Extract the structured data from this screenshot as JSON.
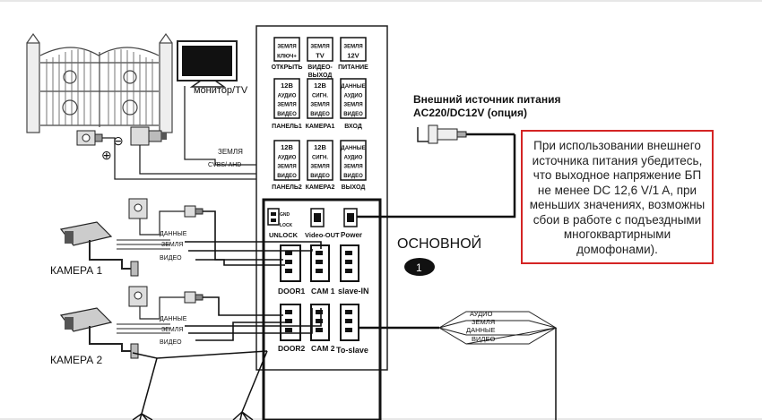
{
  "panel": {
    "row1": [
      {
        "lines": [
          "ЗЕМЛЯ",
          "КЛЮЧ+"
        ],
        "caption": "ОТКРЫТЬ"
      },
      {
        "lines": [
          "ЗЕМЛЯ",
          "TV"
        ],
        "caption": "ВИДЕО-ВЫХОД"
      },
      {
        "lines": [
          "ЗЕМЛЯ",
          "12V"
        ],
        "caption": "ПИТАНИЕ"
      }
    ],
    "row2": [
      {
        "lines": [
          "12В",
          "АУДИО",
          "ЗЕМЛЯ",
          "ВИДЕО"
        ],
        "caption": "ПАНЕЛЬ1"
      },
      {
        "lines": [
          "12В",
          "СИГН.",
          "ЗЕМЛЯ",
          "ВИДЕО"
        ],
        "caption": "КАМЕРА1"
      },
      {
        "lines": [
          "ДАННЫЕ",
          "АУДИО",
          "ЗЕМЛЯ",
          "ВИДЕО"
        ],
        "caption": "ВХОД"
      }
    ],
    "row3": [
      {
        "lines": [
          "12В",
          "АУДИО",
          "ЗЕМЛЯ",
          "ВИДЕО"
        ],
        "caption": "ПАНЕЛЬ2"
      },
      {
        "lines": [
          "12В",
          "СИГН.",
          "ЗЕМЛЯ",
          "ВИДЕО"
        ],
        "caption": "КАМЕРА2"
      },
      {
        "lines": [
          "ДАННЫЕ",
          "АУДИО",
          "ЗЕМЛЯ",
          "ВИДЕО"
        ],
        "caption": "ВЫХОД"
      }
    ]
  },
  "connectors": {
    "gnd": "GND",
    "lock": "LOCK",
    "unlock": "UNLOCK",
    "video_out": "Video-OUT",
    "power": "Power",
    "door1": "DOOR1",
    "cam1": "CAM 1",
    "slave_in": "slave-IN",
    "door2": "DOOR2",
    "cam2": "CAM 2",
    "to_slave": "To-slave"
  },
  "labels": {
    "monitor": "монитор/TV",
    "ground": "ЗЕМЛЯ",
    "cvbs": "CVBS/ AHD",
    "camera1": "КАМЕРА 1",
    "camera2": "КАМЕРА 2",
    "data": "ДАННЫЕ",
    "video": "ВИДЕО",
    "audio": "АУДИО",
    "main_title": "ОСНОВНОЙ",
    "main_number": "1",
    "external_power": [
      "Внешний источник питания",
      "AC220/DC12V (опция)"
    ],
    "minus": "⊖",
    "plus": "⊕"
  },
  "note": {
    "text": "При использовании внешнего источника питания убедитесь, что выходное напряжение БП не менее DC 12,6 V/1 A, при меньших значениях, возможны сбои в работе с подъездными многоквартирными домофонами)."
  },
  "colors": {
    "note_border": "#d42424",
    "line": "#111111"
  }
}
